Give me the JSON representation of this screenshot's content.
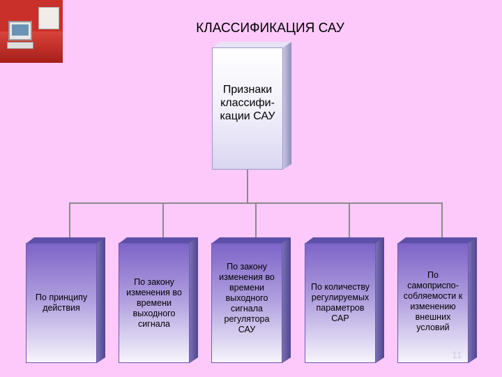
{
  "title": "КЛАССИФИКАЦИЯ САУ",
  "root": {
    "label": "Признаки классифи- кации САУ"
  },
  "leaves": [
    {
      "label": "По принципу действия"
    },
    {
      "label": "По закону изменения во времени выходного сигнала"
    },
    {
      "label": "По закону изменения во времени выходного сигнала регулятора САУ"
    },
    {
      "label": "По количеству регулируемых параметров САР"
    },
    {
      "label": "По самоприспо- собляемости к изменению внешних условий"
    }
  ],
  "page_number": "11",
  "colors": {
    "background": "#fdc9fb",
    "connector": "#8a8a8a",
    "box_gradient_top": "#7d64c8"
  },
  "icons": {
    "logo": "computer-workstation-image"
  }
}
